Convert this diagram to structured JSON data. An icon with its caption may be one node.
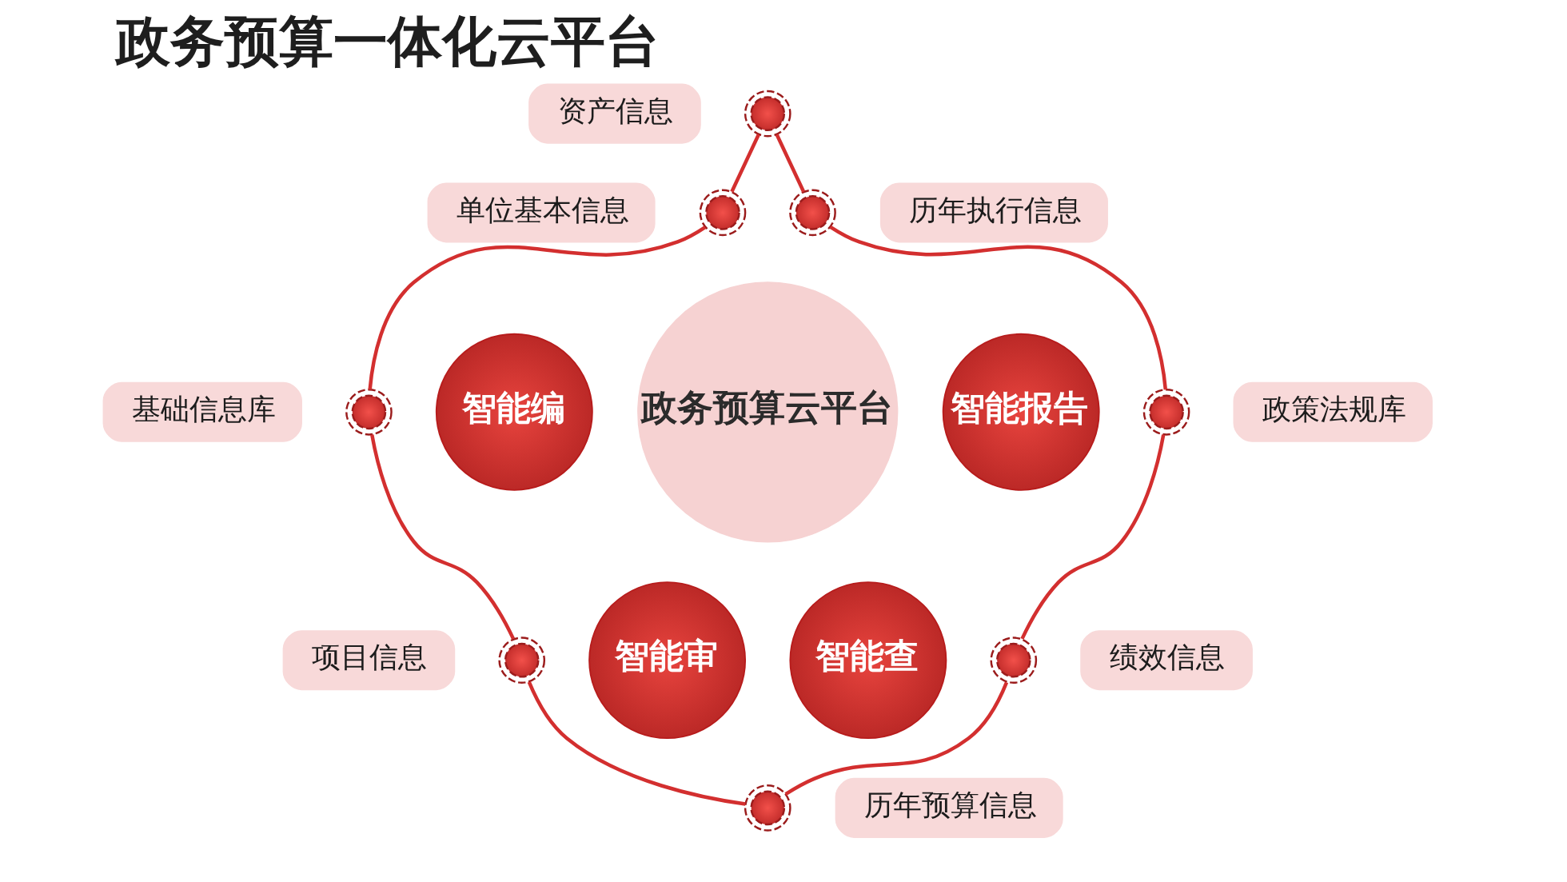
{
  "diagram": {
    "title": "政务预算一体化云平台",
    "nodes": [
      {
        "text": [
          "资产信息"
        ]
      },
      {
        "text": [],
        "shape": "circle"
      },
      {
        "text": [
          "单位基本信息"
        ]
      },
      {
        "text": [],
        "shape": "circle"
      },
      {
        "text": [],
        "shape": "circle"
      },
      {
        "text": [
          "历年执行信息"
        ]
      },
      {
        "text": [
          "政务预算云平台"
        ]
      },
      {
        "text": [
          "基础信息库"
        ]
      },
      {
        "text": [],
        "shape": "circle"
      },
      {
        "text": [],
        "shape": "circle"
      },
      {
        "text": [
          "政策法规库"
        ]
      },
      {
        "text": [
          "智能编"
        ]
      },
      {
        "text": [
          "智能报告"
        ]
      },
      {
        "text": [
          "智能审"
        ]
      },
      {
        "text": [
          "智能查"
        ]
      },
      {
        "text": [],
        "shape": "circle"
      },
      {
        "text": [
          "绩效信息"
        ]
      },
      {
        "text": [
          "项目信息"
        ]
      },
      {
        "text": [],
        "shape": "circle"
      },
      {
        "text": [],
        "shape": "circle"
      },
      {
        "text": [
          "历年预算信息"
        ]
      }
    ],
    "edges": [
      {
        "from": 1,
        "to": 4,
        "arrow": "none"
      },
      {
        "from": 4,
        "to": 9,
        "arrow": "none"
      },
      {
        "from": 9,
        "to": 15,
        "arrow": "none"
      },
      {
        "from": 15,
        "to": 19,
        "arrow": "none"
      },
      {
        "from": 19,
        "to": 18,
        "arrow": "none"
      },
      {
        "from": 18,
        "to": 8,
        "arrow": "none"
      },
      {
        "from": 8,
        "to": 3,
        "arrow": "none"
      },
      {
        "from": 3,
        "to": 1,
        "arrow": "none"
      }
    ]
  }
}
